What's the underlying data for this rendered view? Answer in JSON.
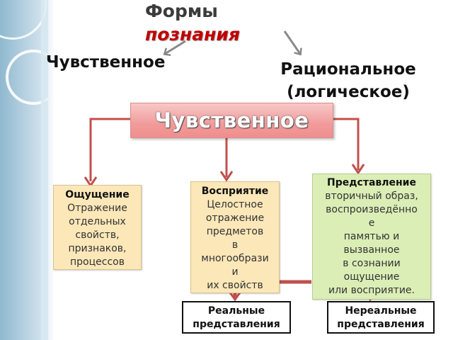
{
  "title": {
    "line1": "Формы",
    "line2": "познания"
  },
  "categories": {
    "left": "Чувственное",
    "right_line1": "Рациональное",
    "right_line2": "(логическое)"
  },
  "main_box": "Чувственное",
  "nodes": {
    "sensation": {
      "heading": "Ощущение",
      "lines": [
        "Отражение",
        "отдельных",
        "свойств,",
        "признаков,",
        "процессов"
      ]
    },
    "perception": {
      "heading": "Восприятие",
      "lines": [
        "Целостное",
        "отражение",
        "предметов",
        "в",
        "многообрази",
        "и",
        "их свойств"
      ]
    },
    "representation": {
      "heading": "Представление",
      "lines": [
        "вторичный образ,",
        "воспроизведённо",
        "е",
        "памятью и",
        "вызванное",
        "в сознании",
        "ощущение",
        "или восприятие."
      ]
    }
  },
  "outputs": {
    "real": [
      "Реальные",
      "представления"
    ],
    "unreal": [
      "Нереальные",
      "представления"
    ]
  },
  "colors": {
    "title_accent": "#c00000",
    "main_box_fill": "#f29b9b",
    "connector": "#c0504d",
    "yellow_box": "#fbe7b8",
    "green_box": "#dbeeb6",
    "side_band": "#b9d3e2"
  }
}
